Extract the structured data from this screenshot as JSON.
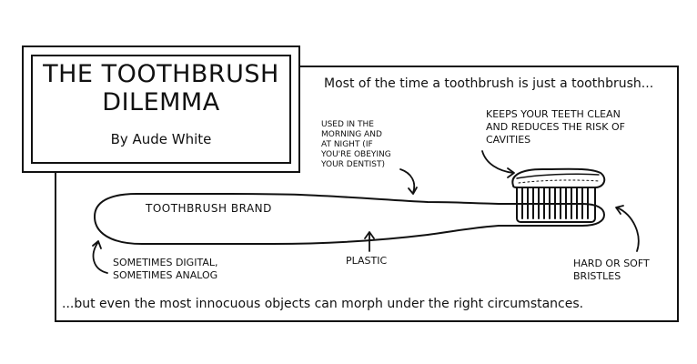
{
  "title": "THE TOOTHBRUSH\nDILEMMA",
  "author": "By Aude White",
  "intro": "Most of the time a toothbrush is just a toothbrush...",
  "outro": "...but even the most innocuous objects can morph under the right circumstances.",
  "labels": {
    "usage": "USED IN THE\nMORNING AND\nAT NIGHT (IF\nYOU'RE OBEYING\nYOUR DENTIST)",
    "toothpaste": "KEEPS YOUR TEETH CLEAN\nAND REDUCES THE RISK OF\nCAVITIES",
    "brand": "TOOTHBRUSH BRAND",
    "handle_type": "SOMETIMES DIGITAL,\nSOMETIMES ANALOG",
    "material": "PLASTIC",
    "bristles": "HARD OR SOFT\nBRISTLES"
  },
  "icons": [
    "toothbrush-illustration",
    "toothpaste-icon",
    "bristles-icon",
    "arrow-icon"
  ]
}
